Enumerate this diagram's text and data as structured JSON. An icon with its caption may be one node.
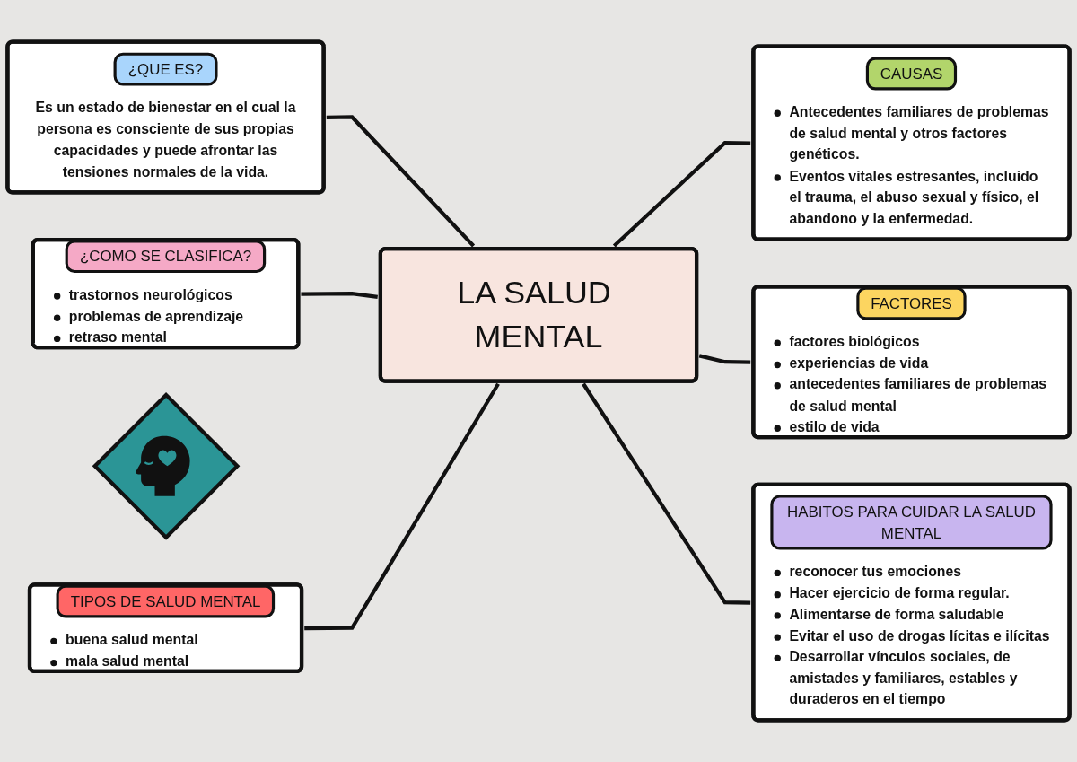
{
  "diagram": {
    "nodes": [
      {
        "text": [
          "¿QUE ES?",
          "Es un estado de bienestar en el cual la persona es consciente de sus propias capacidades y puede afrontar las tensiones normales de la vida."
        ]
      },
      {
        "text": [
          "LA SALUD MENTAL"
        ]
      },
      {
        "text": [
          "CAUSAS",
          "Antecedentes familiares de problemas de salud mental y otros factores genéticos.",
          "Eventos vitales estresantes, incluido el trauma, el abuso sexual y físico, el abandono y la enfermedad."
        ]
      },
      {
        "text": [
          "¿COMO SE CLASIFICA?",
          "trastornos neurológicos",
          "problemas de aprendizaje",
          "retraso mental"
        ]
      },
      {
        "text": [],
        "shape": "diamond"
      },
      {
        "text": [
          "FACTORES",
          "factores biológicos",
          "experiencias de vida",
          "antecedentes familiares de problemas de salud mental",
          "estilo de vida"
        ]
      },
      {
        "text": [
          "TIPOS DE SALUD MENTAL",
          "buena salud mental",
          "mala salud mental"
        ]
      },
      {
        "text": [
          "HABITOS PARA CUIDAR LA SALUD MENTAL",
          "reconocer tus emociones",
          "Hacer ejercicio de forma regular.",
          "Alimentarse de forma saludable",
          "Evitar el uso de drogas lícitas e ilícitas",
          "Desarrollar vínculos sociales, de amistades y familiares, estables y duraderos en el tiempo"
        ]
      }
    ],
    "edges": [
      {
        "from": 0,
        "to": 1,
        "arrow": "none"
      },
      {
        "from": 1,
        "to": 2,
        "arrow": "none"
      },
      {
        "from": 3,
        "to": 1,
        "arrow": "none"
      },
      {
        "from": 1,
        "to": 5,
        "arrow": "none"
      },
      {
        "from": 6,
        "to": 1,
        "arrow": "none"
      },
      {
        "from": 1,
        "to": 7,
        "arrow": "none"
      }
    ]
  }
}
